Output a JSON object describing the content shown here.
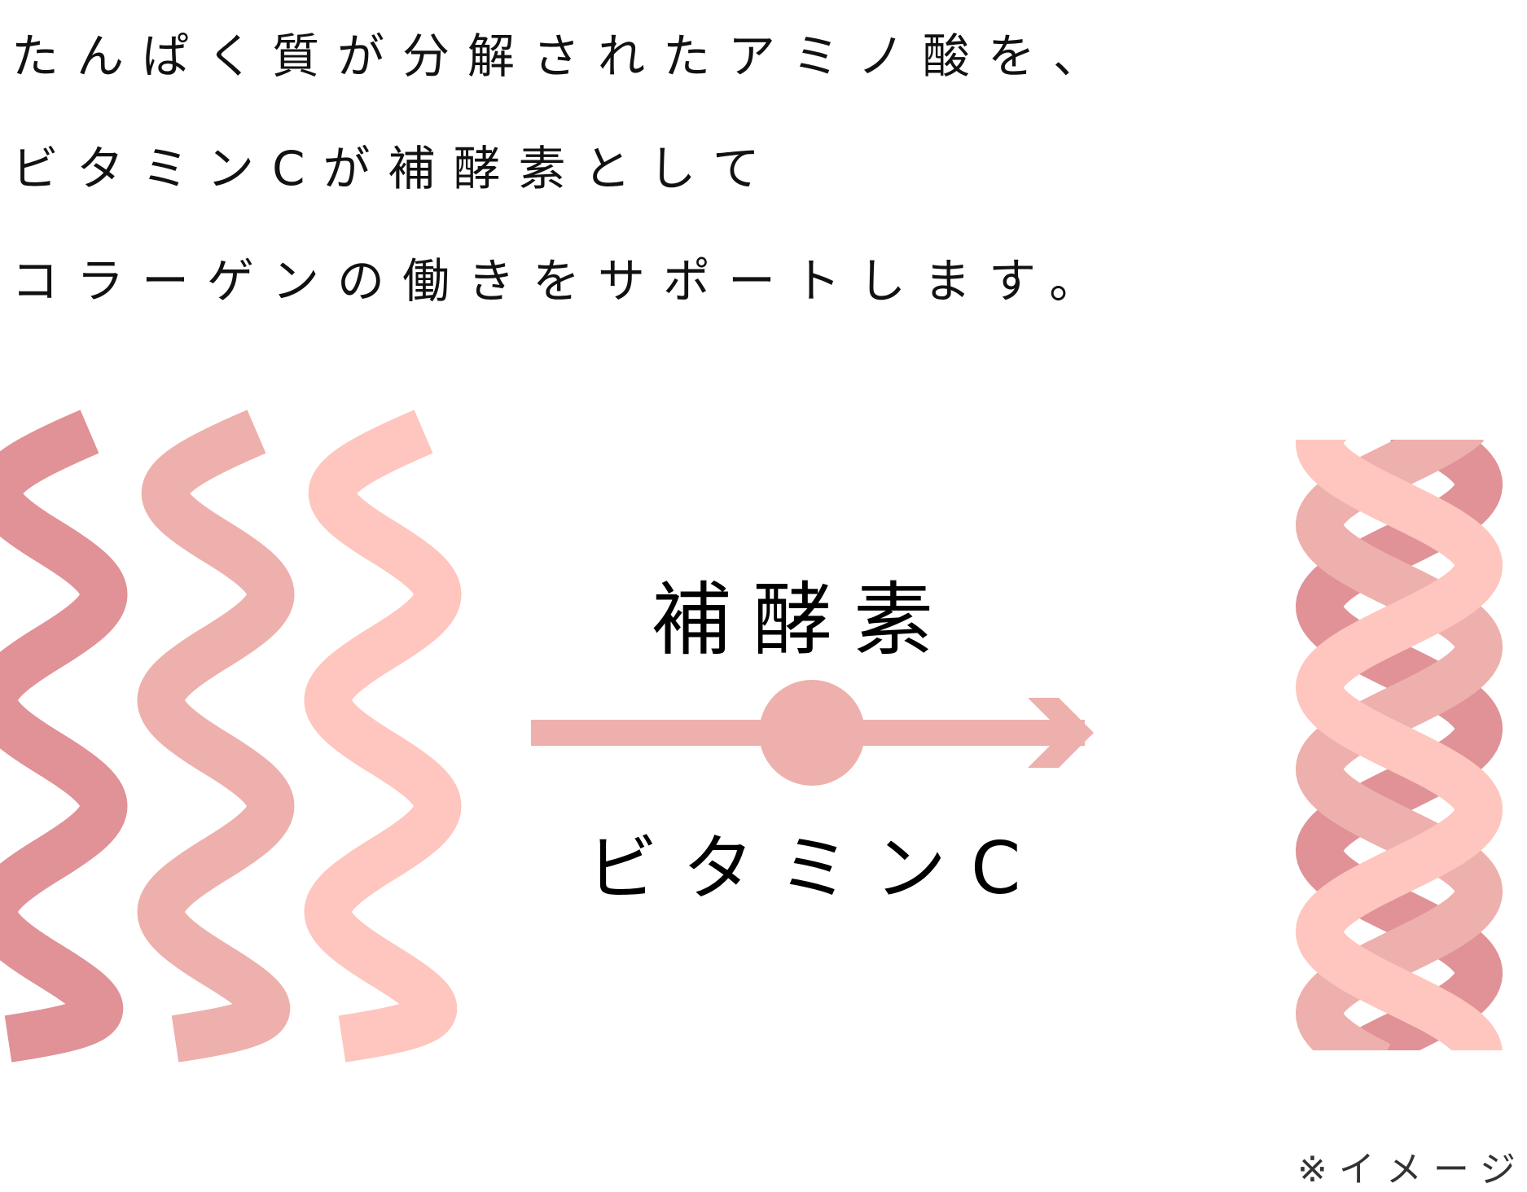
{
  "heading": {
    "lines": [
      "たんぱく質が分解されたアミノ酸を、",
      "ビタミンCが補酵素として",
      "コラーゲンの働きをサポートします。"
    ]
  },
  "diagram": {
    "arrow_top_label": "補酵素",
    "arrow_bottom_label": "ビタミンC",
    "colors": {
      "strand_dark": "#E09296",
      "strand_mid": "#EEB0AC",
      "strand_light": "#FEC6BE",
      "arrow": "#EEB0AC"
    }
  },
  "note": "※イメージ"
}
